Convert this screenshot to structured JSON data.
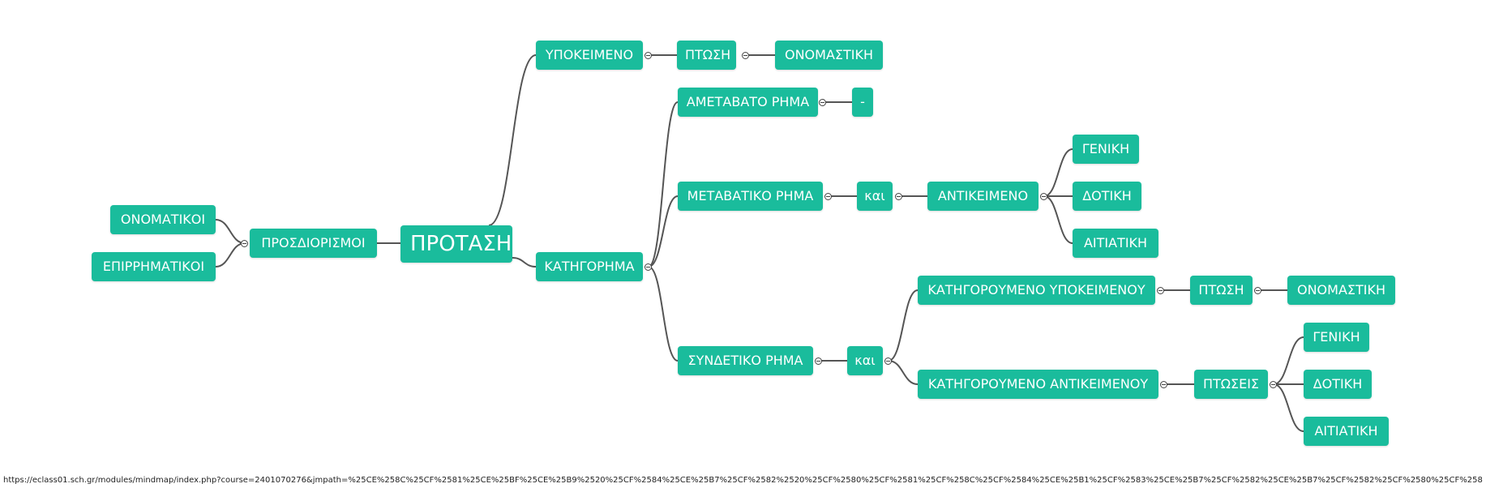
{
  "mindmap": {
    "root": "ΠΡΟΤΑΣΗ",
    "nodes": {
      "onomatikoi": "ΟΝΟΜΑΤΙΚΟΙ",
      "epirrimatikoi": "ΕΠΙΡΡΗΜΑΤΙΚΟΙ",
      "prosdiorismoi": "ΠΡΟΣΔΙΟΡΙΣΜΟΙ",
      "protasi": "ΠΡΟΤΑΣΗ",
      "ypokeimeno": "ΥΠΟΚΕΙΜΕΝΟ",
      "ptosi1": "ΠΤΩΣΗ",
      "onomastiki1": "ΟΝΟΜΑΣΤΙΚΗ",
      "katigorima": "ΚΑΤΗΓΟΡΗΜΑ",
      "ametavato": "ΑΜΕΤΑΒΑΤΟ ΡΗΜΑ",
      "dash": "-",
      "metavatiko": "ΜΕΤΑΒΑΤΙΚΟ ΡΗΜΑ",
      "kai1": "και",
      "antikeimeno": "ΑΝΤΙΚΕΙΜΕΝΟ",
      "geniki1": "ΓΕΝΙΚΗ",
      "dotiki1": "ΔΟΤΙΚΗ",
      "aitiatiki1": "ΑΙΤΙΑΤΙΚΗ",
      "syndetiko": "ΣΥΝΔΕΤΙΚΟ ΡΗΜΑ",
      "kai2": "και",
      "kat_ypok": "ΚΑΤΗΓΟΡΟΥΜΕΝΟ ΥΠΟΚΕΙΜΕΝΟΥ",
      "ptosi2": "ΠΤΩΣΗ",
      "onomastiki2": "ΟΝΟΜΑΣΤΙΚΗ",
      "kat_antik": "ΚΑΤΗΓΟΡΟΥΜΕΝΟ ΑΝΤΙΚΕΙΜΕΝΟΥ",
      "ptoseis": "ΠΤΩΣΕΙΣ",
      "geniki2": "ΓΕΝΙΚΗ",
      "dotiki2": "ΔΟΤΙΚΗ",
      "aitiatiki2": "ΑΙΤΙΑΤΙΚΗ"
    },
    "colors": {
      "node": "#1abc9c",
      "line": "#555555"
    }
  },
  "status_bar": {
    "url": "https://eclass01.sch.gr/modules/mindmap/index.php?course=2401070276&jmpath=%25CE%258C%25CF%2581%25CE%25BF%25CE%25B9%2520%25CF%2584%25CE%25B7%25CF%2582%2520%25CF%2580%25CF%2581%25CF%258C%25CF%2584%25CE%25B1%25CF%2583%25CE%25B7%25CF%2582%25CE%25B7%25CF%2582%25CF%2580%25CF%2581%25CE%25B7%25CF%2582"
  }
}
